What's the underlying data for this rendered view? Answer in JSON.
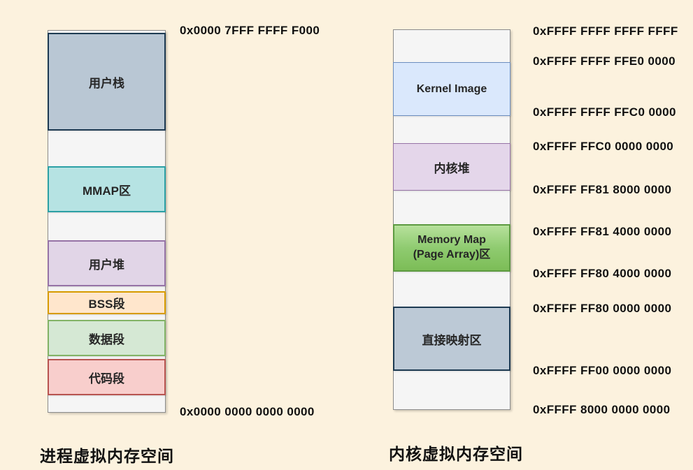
{
  "left_diagram": {
    "title": "进程虚拟内存空间",
    "top_address": "0x0000 7FFF FFFF F000",
    "bottom_address": "0x0000 0000 0000 0000",
    "segments": [
      {
        "label": "用户栈"
      },
      {
        "label": "MMAP区"
      },
      {
        "label": "用户堆"
      },
      {
        "label": "BSS段"
      },
      {
        "label": "数据段"
      },
      {
        "label": "代码段"
      }
    ]
  },
  "right_diagram": {
    "title": "内核虚拟内存空间",
    "segments": [
      {
        "label": "Kernel Image"
      },
      {
        "label": "内核堆"
      },
      {
        "label": "Memory Map",
        "label2": "(Page Array)区"
      },
      {
        "label": "直接映射区"
      }
    ],
    "addresses": [
      "0xFFFF FFFF FFFF FFFF",
      "0xFFFF FFFF FFE0 0000",
      "0xFFFF FFFF FFC0 0000",
      "0xFFFF FFC0 0000 0000",
      "0xFFFF FF81 8000 0000",
      "0xFFFF FF81 4000 0000",
      "0xFFFF FF80 4000 0000",
      "0xFFFF FF80 0000 0000",
      "0xFFFF FF00 0000 0000",
      "0xFFFF 8000 0000 0000"
    ]
  },
  "colors": {
    "background": "#FCF2DE",
    "panel_fill": "#F5F5F5",
    "panel_border": "#8C8C8C",
    "user_stack_fill": "#B9C7D4",
    "user_stack_border": "#1D3A52",
    "mmap_fill": "#B6E3E3",
    "mmap_border": "#2BA0A5",
    "heap_fill": "#E1D5E7",
    "heap_border": "#9673A6",
    "bss_fill": "#FFE6CC",
    "bss_border": "#D79B00",
    "data_fill": "#D5E8D4",
    "data_border": "#82B366",
    "code_fill": "#F8CECC",
    "code_border": "#B85450",
    "kernel_image_fill": "#DAE8FC",
    "kernel_image_border": "#6C8EBF",
    "memory_map_fill_top": "#B7E19C",
    "memory_map_fill_bottom": "#7CBD57",
    "memory_map_border": "#5D9A41",
    "direct_map_fill": "#BCC9D6",
    "direct_map_border": "#1D3A52",
    "text": "#111111"
  }
}
